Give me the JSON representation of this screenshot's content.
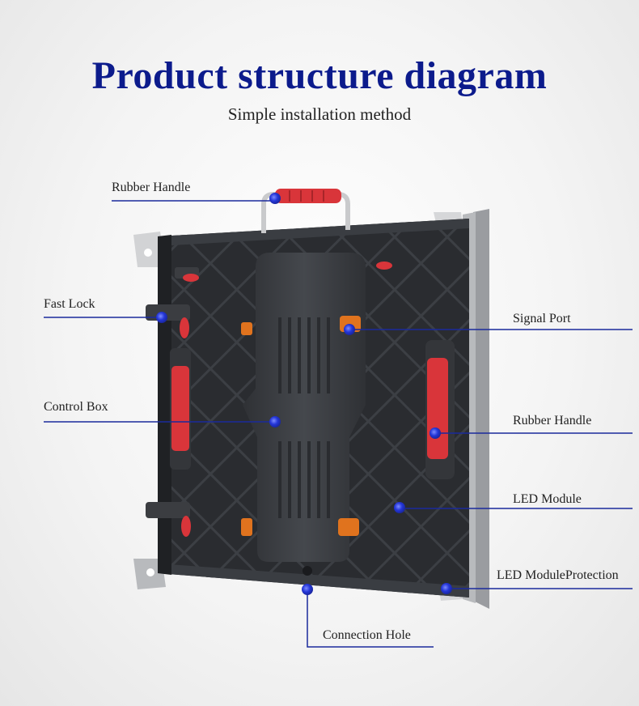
{
  "header": {
    "title": "Product structure diagram",
    "subtitle": "Simple installation method"
  },
  "callouts": {
    "rubber_handle_top": "Rubber Handle",
    "fast_lock": "Fast Lock",
    "control_box": "Control Box",
    "signal_port": "Signal Port",
    "rubber_handle_right": "Rubber Handle",
    "led_module": "LED Module",
    "led_module_protection": "LED ModuleProtection",
    "connection_hole": "Connection Hole"
  },
  "colors": {
    "title": "#0c1b8c",
    "leader_line": "#1a2a9c",
    "marker": "#2436d8",
    "cabinet": "#2b2d31",
    "control_box": "#3a3c40",
    "handle_red": "#d9353a",
    "lock_orange": "#e0731e"
  }
}
